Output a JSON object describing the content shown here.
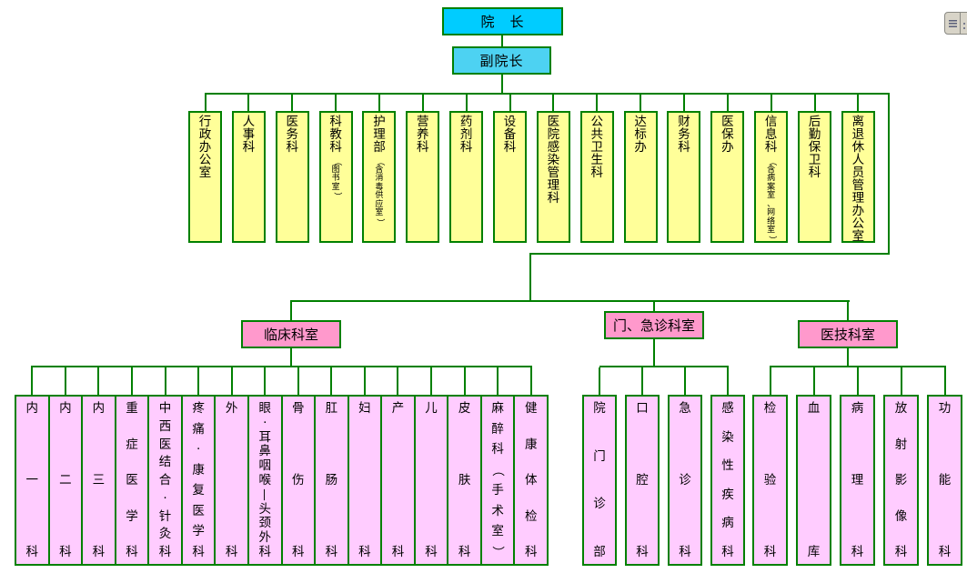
{
  "colors": {
    "line": "#008000",
    "root_fill": "#00ccff",
    "vice_fill": "#4dd2f2",
    "admin_fill": "#ffff99",
    "group_fill": "#ff99cc",
    "dept_fill": "#ffccff",
    "widget_fill": "#d8d4c8",
    "text": "#000000"
  },
  "root": {
    "label": "院　长"
  },
  "vice": {
    "label": "副院长"
  },
  "admin_departments": [
    {
      "label": "行政办公室"
    },
    {
      "label": "人事科"
    },
    {
      "label": "医务科"
    },
    {
      "label": "科教科",
      "note": "（图书室）"
    },
    {
      "label": "护理部",
      "note": "（含消毒供应室）"
    },
    {
      "label": "营养科"
    },
    {
      "label": "药剂科"
    },
    {
      "label": "设备科"
    },
    {
      "label": "医院感染管理科"
    },
    {
      "label": "公共卫生科"
    },
    {
      "label": "达标办"
    },
    {
      "label": "财务科"
    },
    {
      "label": "医保办"
    },
    {
      "label": "信息科",
      "note": "（含病案室、网络室）"
    },
    {
      "label": "后勤保卫科"
    },
    {
      "label": "离退休人员管理办公室"
    }
  ],
  "groups": [
    {
      "label": "临床科室",
      "departments": [
        {
          "label": "内一科"
        },
        {
          "label": "内二科"
        },
        {
          "label": "内三科"
        },
        {
          "label": "重症医学科"
        },
        {
          "label": "中西医结合·针灸科"
        },
        {
          "label": "疼痛·康复医学科"
        },
        {
          "label": "外科"
        },
        {
          "label": "眼·耳鼻咽喉—头颈外科"
        },
        {
          "label": "骨伤科"
        },
        {
          "label": "肛肠科"
        },
        {
          "label": "妇科"
        },
        {
          "label": "产科"
        },
        {
          "label": "儿科"
        },
        {
          "label": "皮肤科"
        },
        {
          "label": "麻醉科（手术室）"
        },
        {
          "label": "健康体检科"
        }
      ]
    },
    {
      "label": "门、急诊科室",
      "departments": [
        {
          "label": "院门诊部"
        },
        {
          "label": "口腔科"
        },
        {
          "label": "急诊科"
        },
        {
          "label": "感染性疾病科"
        }
      ]
    },
    {
      "label": "医技科室",
      "departments": [
        {
          "label": "检验科"
        },
        {
          "label": "血库"
        },
        {
          "label": "病理科"
        },
        {
          "label": "放射影像科"
        },
        {
          "label": "功能科"
        }
      ]
    }
  ],
  "widget": {
    "icon": "grip-lines-icon"
  }
}
